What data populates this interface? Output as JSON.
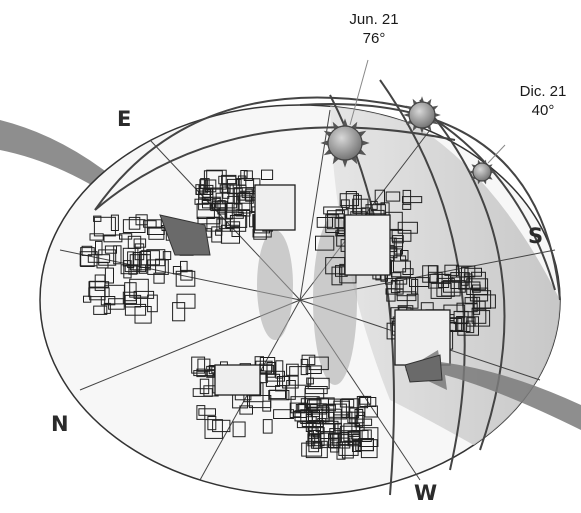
{
  "labels": {
    "summer": {
      "date": "Jun. 21",
      "angle": "76°"
    },
    "winter": {
      "date": "Dic. 21",
      "angle": "40°"
    }
  },
  "cardinals": {
    "east": "E",
    "south": "S",
    "north": "N",
    "west": "W"
  },
  "colors": {
    "outline": "#3a3a3a",
    "sky_band": "#d6d6d6",
    "sun_path_band": "#c4c4c4",
    "wind_arrow": "#6e6e6e",
    "arrow_fill": "#8a8a8a",
    "buildings": "#1e1e1e",
    "shadow": "#b0b0b0",
    "sun": "#8c8c8c"
  },
  "icons": [
    "sun-icon",
    "wind-arrow-icon"
  ]
}
